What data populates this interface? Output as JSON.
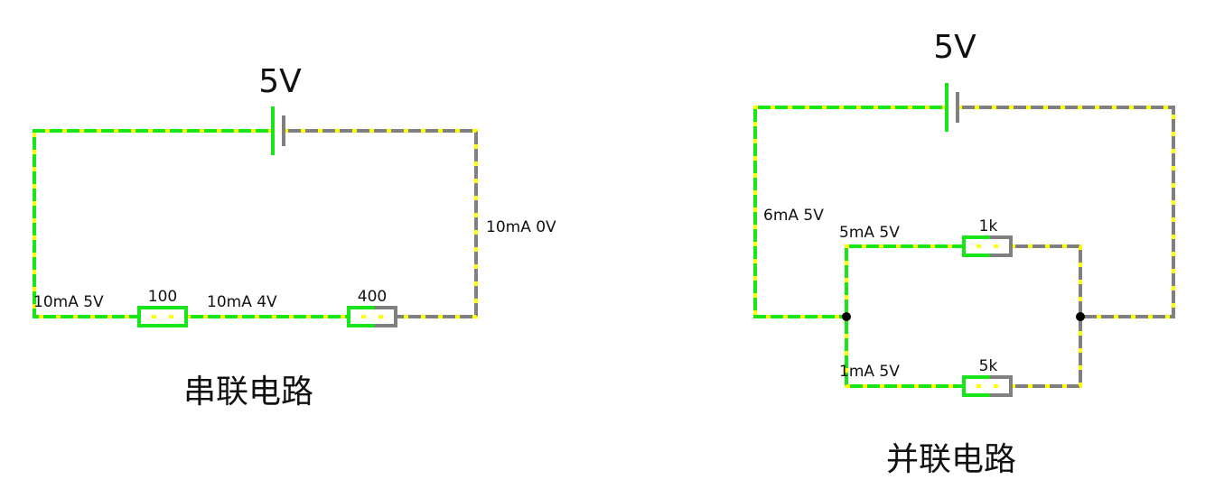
{
  "colors": {
    "energized": "#19e619",
    "idle": "#808080",
    "current_dots": "#ffff00",
    "junction": "#000000"
  },
  "series_circuit": {
    "battery_label": "5V",
    "title": "串联电路",
    "resistors": [
      {
        "value": "100"
      },
      {
        "value": "400"
      }
    ],
    "readings": [
      {
        "text": "10mA 5V"
      },
      {
        "text": "10mA 4V"
      },
      {
        "text": "10mA 0V"
      }
    ]
  },
  "parallel_circuit": {
    "battery_label": "5V",
    "title": "并联电路",
    "resistors": [
      {
        "value": "1k"
      },
      {
        "value": "5k"
      }
    ],
    "readings": [
      {
        "text": "6mA 5V"
      },
      {
        "text": "5mA 5V"
      },
      {
        "text": "1mA 5V"
      }
    ]
  }
}
